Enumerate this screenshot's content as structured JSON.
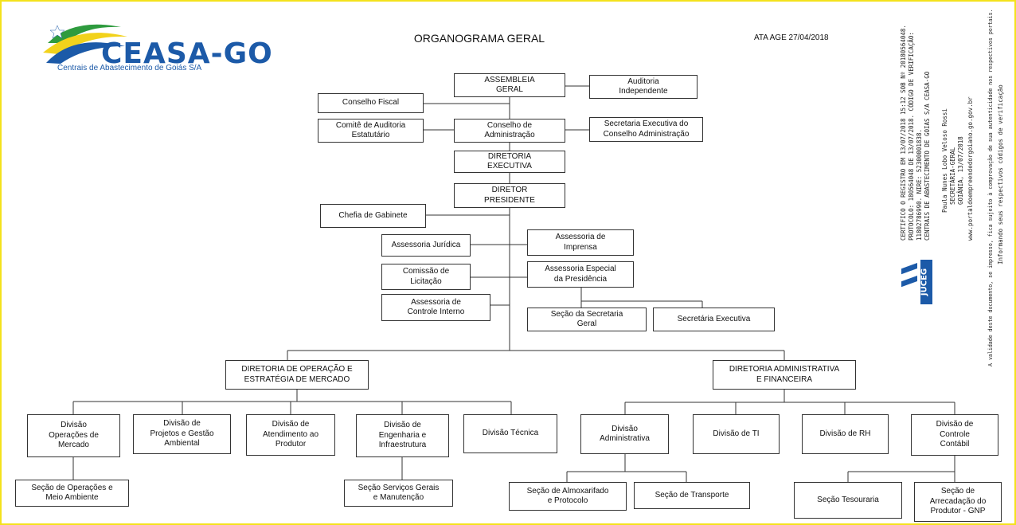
{
  "header": {
    "title": "ORGANOGRAMA GERAL",
    "ata": "ATA AGE 27/04/2018",
    "logo_name": "CEASA-GO",
    "logo_subtitle": "Centrais de Abastecimento de Goiás S/A"
  },
  "certification": {
    "line1": "CERTIFICO O REGISTRO EM 13/07/2018 15:12 SOB Nº 20180564048.",
    "line2": "PROTOCOLO: 180564048 DE 13/07/2018. CÓDIGO DE VERIFICAÇÃO:",
    "line3": "11802786990. NIRE: 52300001838.",
    "line4": "CENTRAIS DE ABASTECIMENTO DE GOIAS S/A CEASA-GO",
    "signer": "Paula Nunes Lobo Veloso Rossi",
    "role": "SECRETÁRIA-GERAL",
    "place": "GOIÂNIA, 13/07/2018",
    "site": "www.portaldoempreendedorgoiano.go.gov.br",
    "note1": "A validade deste documento, se impresso, fica sujeito à comprovação de sua autenticidade nos respectivos portais.",
    "note2": "Informando seus respectivos códigos de verificação",
    "seal_text": "JUCEG"
  },
  "org": {
    "assembleia": "ASSEMBLEIA\nGERAL",
    "auditoria_independente": "Auditoria\nIndependente",
    "conselho_fiscal": "Conselho Fiscal",
    "comite_auditoria": "Comitê de Auditoria\nEstatutário",
    "conselho_admin": "Conselho de\nAdministração",
    "secretaria_conselho": "Secretaria Executiva do\nConselho Administração",
    "diretoria_executiva": "DIRETORIA\nEXECUTIVA",
    "diretor_presidente": "DIRETOR\nPRESIDENTE",
    "chefia_gabinete": "Chefia de Gabinete",
    "assessoria_juridica": "Assessoria Jurídica",
    "assessoria_imprensa": "Assessoria de\nImprensa",
    "comissao_licitacao": "Comissão de\nLicitação",
    "assessoria_especial": "Assessoria Especial\nda Presidência",
    "assessoria_controle": "Assessoria de\nControle Interno",
    "secao_secretaria_geral": "Seção da Secretaria\nGeral",
    "secretaria_executiva": "Secretária Executiva",
    "dir_operacao": "DIRETORIA DE OPERAÇÃO E\nESTRATÉGIA DE MERCADO",
    "dir_admin": "DIRETORIA ADMINISTRATIVA\nE FINANCEIRA",
    "div_operacoes": "Divisão\nOperações de\nMercado",
    "div_projetos": "Divisão de\nProjetos e Gestão\nAmbiental",
    "div_atendimento": "Divisão de\nAtendimento ao\nProdutor",
    "div_engenharia": "Divisão de\nEngenharia e\nInfraestrutura",
    "div_tecnica": "Divisão Técnica",
    "div_administrativa": "Divisão\nAdministrativa",
    "div_ti": "Divisão de TI",
    "div_rh": "Divisão de RH",
    "div_controle": "Divisão de\nControle\nContábil",
    "sec_operacoes": "Seção de Operações e\nMeio Ambiente",
    "sec_servicos": "Seção Serviços Gerais\ne Manutenção",
    "sec_almoxarifado": "Seção de Almoxarifado\ne Protocolo",
    "sec_transporte": "Seção de Transporte",
    "sec_tesouraria": "Seção Tesouraria",
    "sec_arrecadacao": "Seção de\nArrecadação do\nProdutor - GNP"
  },
  "colors": {
    "logo_blue": "#1c5aa8",
    "logo_green": "#2e9b3e",
    "logo_yellow": "#f2d21b",
    "frame_yellow": "#f4e21c"
  }
}
